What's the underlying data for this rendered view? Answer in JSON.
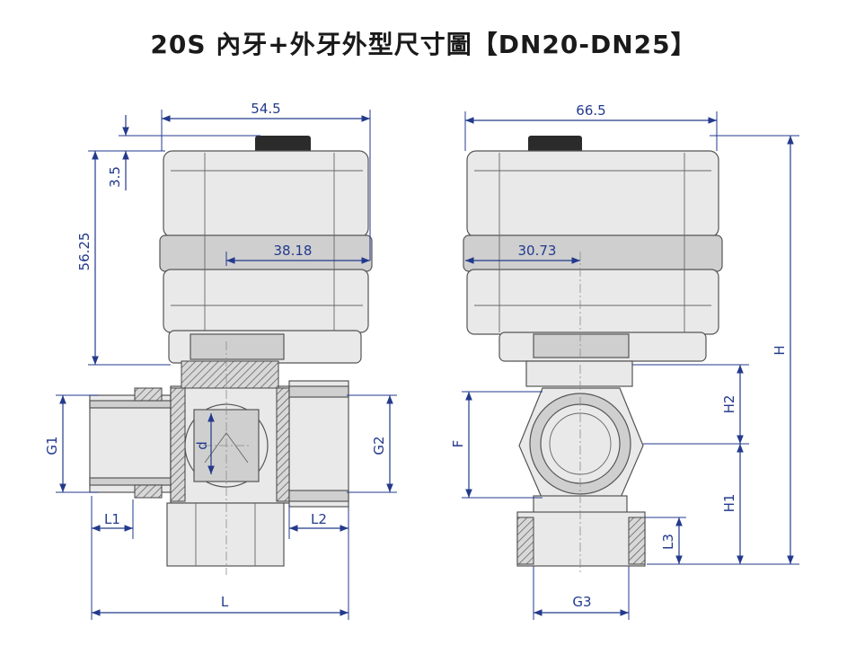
{
  "title": "20S 內牙+外牙外型尺寸圖【DN20-DN25】",
  "left_view": {
    "width": "54.5",
    "top_gap": "3.5",
    "height": "56.25",
    "offset": "38.18",
    "g1": "G1",
    "g2": "G2",
    "d": "d",
    "l1": "L1",
    "l2": "L2",
    "l": "L"
  },
  "right_view": {
    "width": "66.5",
    "offset": "30.73",
    "f": "F",
    "h": "H",
    "h1": "H1",
    "h2": "H2",
    "l3": "L3",
    "g3": "G3"
  },
  "colors": {
    "dimension": "#233a8c",
    "title": "#1a1a1a",
    "body": "#e9e9e9"
  }
}
